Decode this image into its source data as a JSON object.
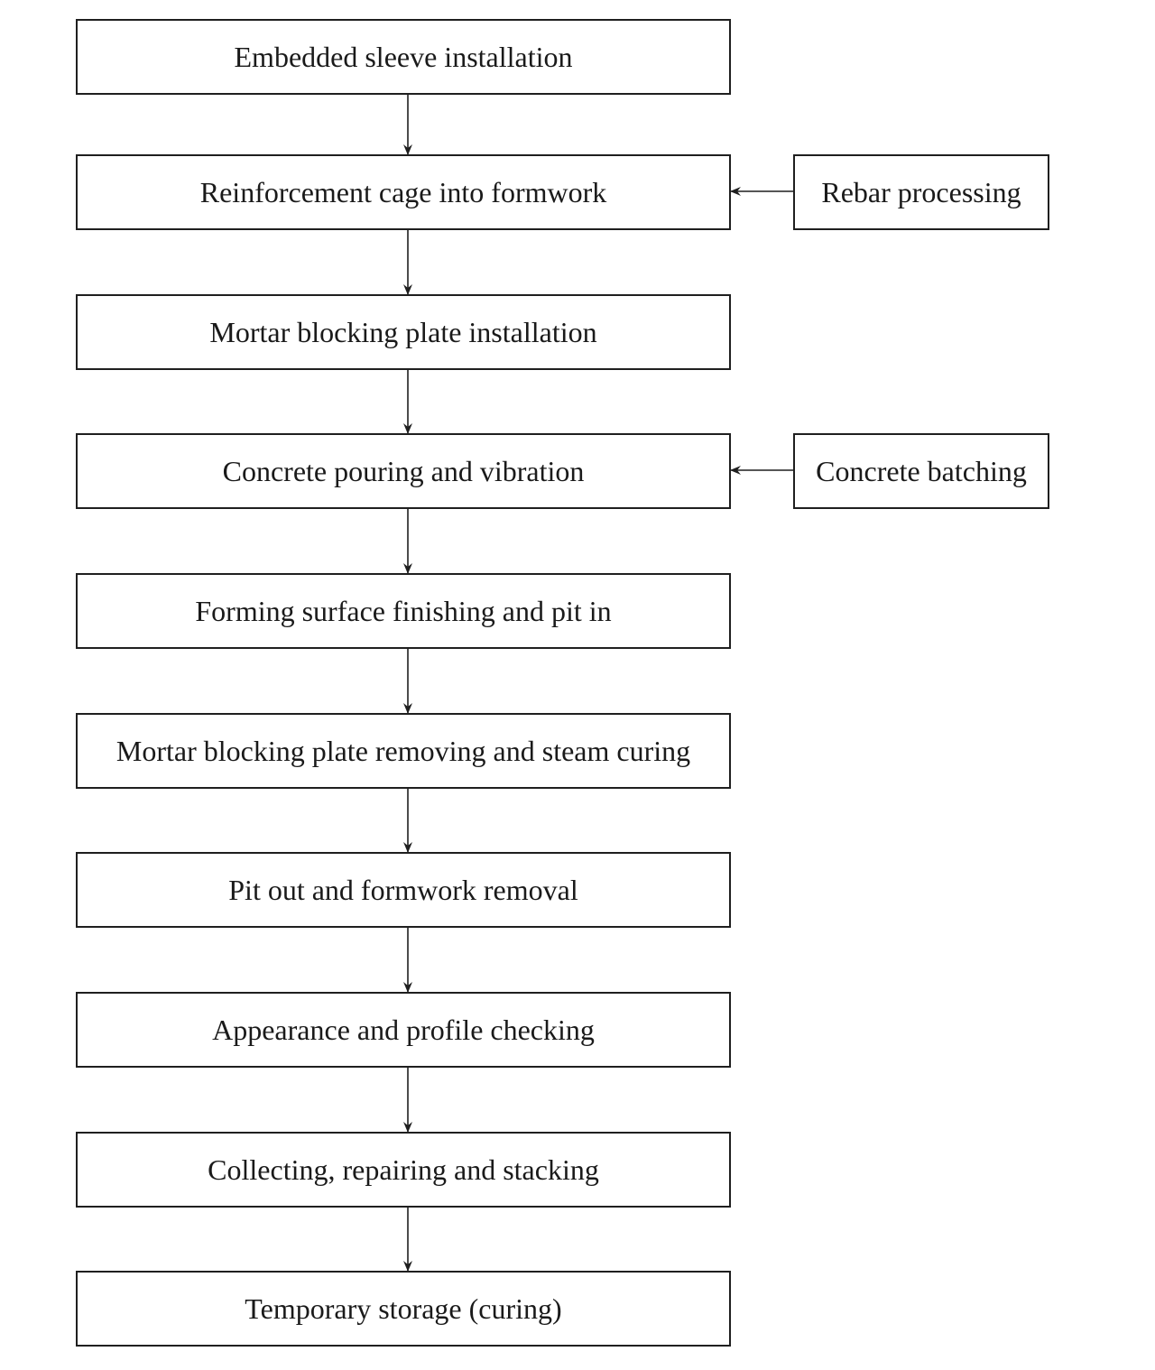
{
  "steps": [
    {
      "label": "Embedded sleeve installation"
    },
    {
      "label": "Reinforcement cage into formwork"
    },
    {
      "label": "Mortar blocking plate installation"
    },
    {
      "label": "Concrete pouring and vibration"
    },
    {
      "label": "Forming surface finishing and pit in"
    },
    {
      "label": "Mortar blocking plate removing and steam curing"
    },
    {
      "label": "Pit out and formwork removal"
    },
    {
      "label": "Appearance and profile checking"
    },
    {
      "label": "Collecting, repairing and stacking"
    },
    {
      "label": "Temporary storage (curing)"
    }
  ],
  "inputs": [
    {
      "label": "Rebar processing",
      "feeds_step": 1
    },
    {
      "label": "Concrete batching",
      "feeds_step": 3
    }
  ],
  "colors": {
    "stroke": "#1f1f1f",
    "text": "#1a1a1a",
    "background": "#ffffff"
  }
}
